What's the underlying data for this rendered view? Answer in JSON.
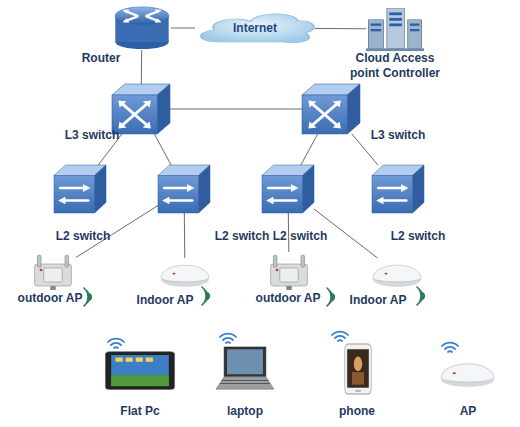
{
  "diagram": {
    "nodes": [
      {
        "text": [
          "Router"
        ]
      },
      {
        "text": [
          "Internet"
        ]
      },
      {
        "text": [
          "Cloud Access point Controller"
        ]
      },
      {
        "text": [
          "L3 switch"
        ]
      },
      {
        "text": [
          "L3 switch"
        ]
      },
      {
        "text": [
          "L2 switch"
        ]
      },
      {
        "text": [
          "L2 switch"
        ]
      },
      {
        "text": [
          "L2 switch"
        ]
      },
      {
        "text": [
          "L2 switch"
        ]
      },
      {
        "text": [
          "outdoor AP"
        ]
      },
      {
        "text": [
          "Indoor AP"
        ]
      },
      {
        "text": [
          "outdoor AP"
        ]
      },
      {
        "text": [
          "Indoor AP"
        ]
      },
      {
        "text": [
          "Flat Pc"
        ]
      },
      {
        "text": [
          "laptop"
        ]
      },
      {
        "text": [
          "phone"
        ]
      },
      {
        "text": [
          "AP"
        ]
      }
    ],
    "edges": [
      {
        "from": 0,
        "to": 1,
        "arrow": "none"
      },
      {
        "from": 1,
        "to": 2,
        "arrow": "none"
      },
      {
        "from": 0,
        "to": 3,
        "arrow": "none"
      },
      {
        "from": 3,
        "to": 4,
        "arrow": "none"
      },
      {
        "from": 3,
        "to": 5,
        "arrow": "none"
      },
      {
        "from": 3,
        "to": 6,
        "arrow": "none"
      },
      {
        "from": 4,
        "to": 7,
        "arrow": "none"
      },
      {
        "from": 4,
        "to": 8,
        "arrow": "none"
      },
      {
        "from": 6,
        "to": 9,
        "arrow": "none"
      },
      {
        "from": 6,
        "to": 10,
        "arrow": "none"
      },
      {
        "from": 7,
        "to": 11,
        "arrow": "none"
      },
      {
        "from": 7,
        "to": 12,
        "arrow": "none"
      }
    ]
  }
}
